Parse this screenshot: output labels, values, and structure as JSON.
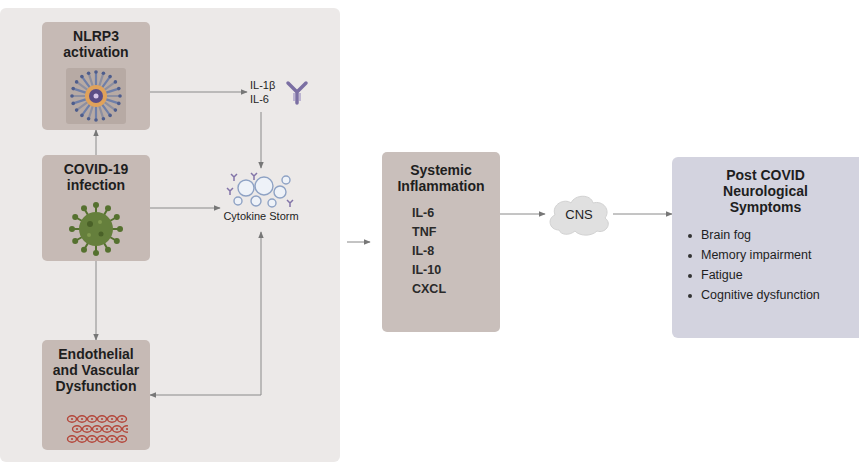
{
  "diagram": {
    "nodes": [
      {
        "text": [
          "NLRP3 activation"
        ]
      },
      {
        "text": [
          "COVID-19 infection"
        ]
      },
      {
        "text": [
          "Endothelial and Vascular Dysfunction"
        ]
      },
      {
        "text": [
          "Cytokine Storm"
        ]
      },
      {
        "text": [
          "IL-1β IL-6"
        ]
      },
      {
        "text": [
          "Systemic Inflammation",
          "IL-6",
          "TNF",
          "IL-8",
          "IL-10",
          "CXCL"
        ]
      },
      {
        "text": [
          "CNS"
        ]
      },
      {
        "text": [
          "Post COVID Neurological Symptoms",
          "Brain fog",
          "Memory impairment",
          "Fatigue",
          "Cognitive dysfunction"
        ]
      }
    ],
    "edges": [
      {
        "from": 1,
        "to": 0,
        "arrow": "to"
      },
      {
        "from": 0,
        "to": 4,
        "arrow": "to"
      },
      {
        "from": 4,
        "to": 3,
        "arrow": "to"
      },
      {
        "from": 1,
        "to": 3,
        "arrow": "to"
      },
      {
        "from": 1,
        "to": 2,
        "arrow": "to"
      },
      {
        "from": 2,
        "to": 3,
        "arrow": "both"
      },
      {
        "from": 5,
        "to": 6,
        "arrow": "to"
      },
      {
        "from": 6,
        "to": 7,
        "arrow": "to"
      }
    ]
  }
}
